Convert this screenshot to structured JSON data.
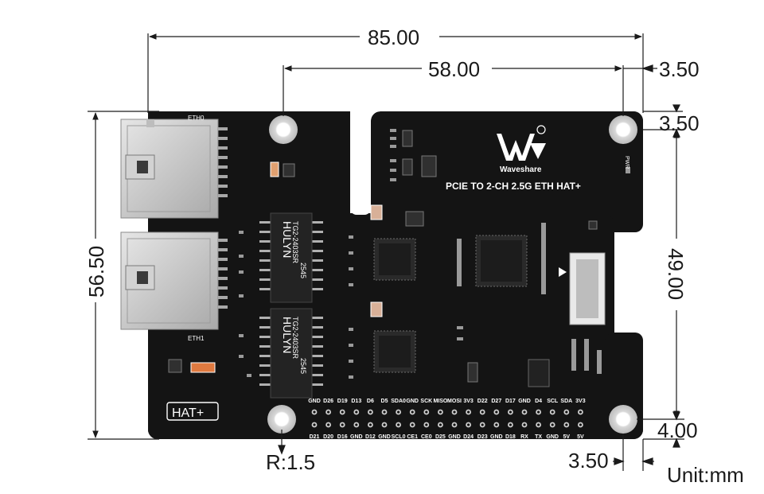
{
  "board": {
    "title": "PCIE TO 2-CH 2.5G ETH HAT+",
    "brand": "Waveshare",
    "logo_mark": "W",
    "hat_badge": "HAT+",
    "pwr_label": "PWR",
    "port0_label": "ETH0",
    "port1_label": "ETH1",
    "transformer_brand": "HULYN",
    "transformer_part": "TG2-2403SR",
    "transformer_code": "2545",
    "pins_top": [
      "GND",
      "D26",
      "D19",
      "D13",
      "D6",
      "D5",
      "SDA0",
      "GND",
      "SCK",
      "MISO",
      "MOSI",
      "3V3",
      "D22",
      "D27",
      "D17",
      "GND",
      "D4",
      "SCL",
      "SDA",
      "3V3"
    ],
    "pins_bottom": [
      "D21",
      "D20",
      "D16",
      "GND",
      "D12",
      "GND",
      "SCL0",
      "CE1",
      "CE0",
      "D25",
      "GND",
      "D24",
      "D23",
      "GND",
      "D18",
      "RX",
      "TX",
      "GND",
      "5V",
      "5V"
    ]
  },
  "dimensions": {
    "width_overall": "85.00",
    "hole_spacing": "58.00",
    "right_offset_top": "3.50",
    "top_offset": "3.50",
    "height_overall": "56.50",
    "hole_vertical": "49.00",
    "bottom_offset": "4.00",
    "radius": "R:1.5",
    "right_offset_bottom": "3.50",
    "unit": "Unit:mm"
  },
  "colors": {
    "pcb": "#141414",
    "silk": "#ffffff",
    "pad": "#c9c9c9",
    "dim_line": "#1a1a1a"
  }
}
